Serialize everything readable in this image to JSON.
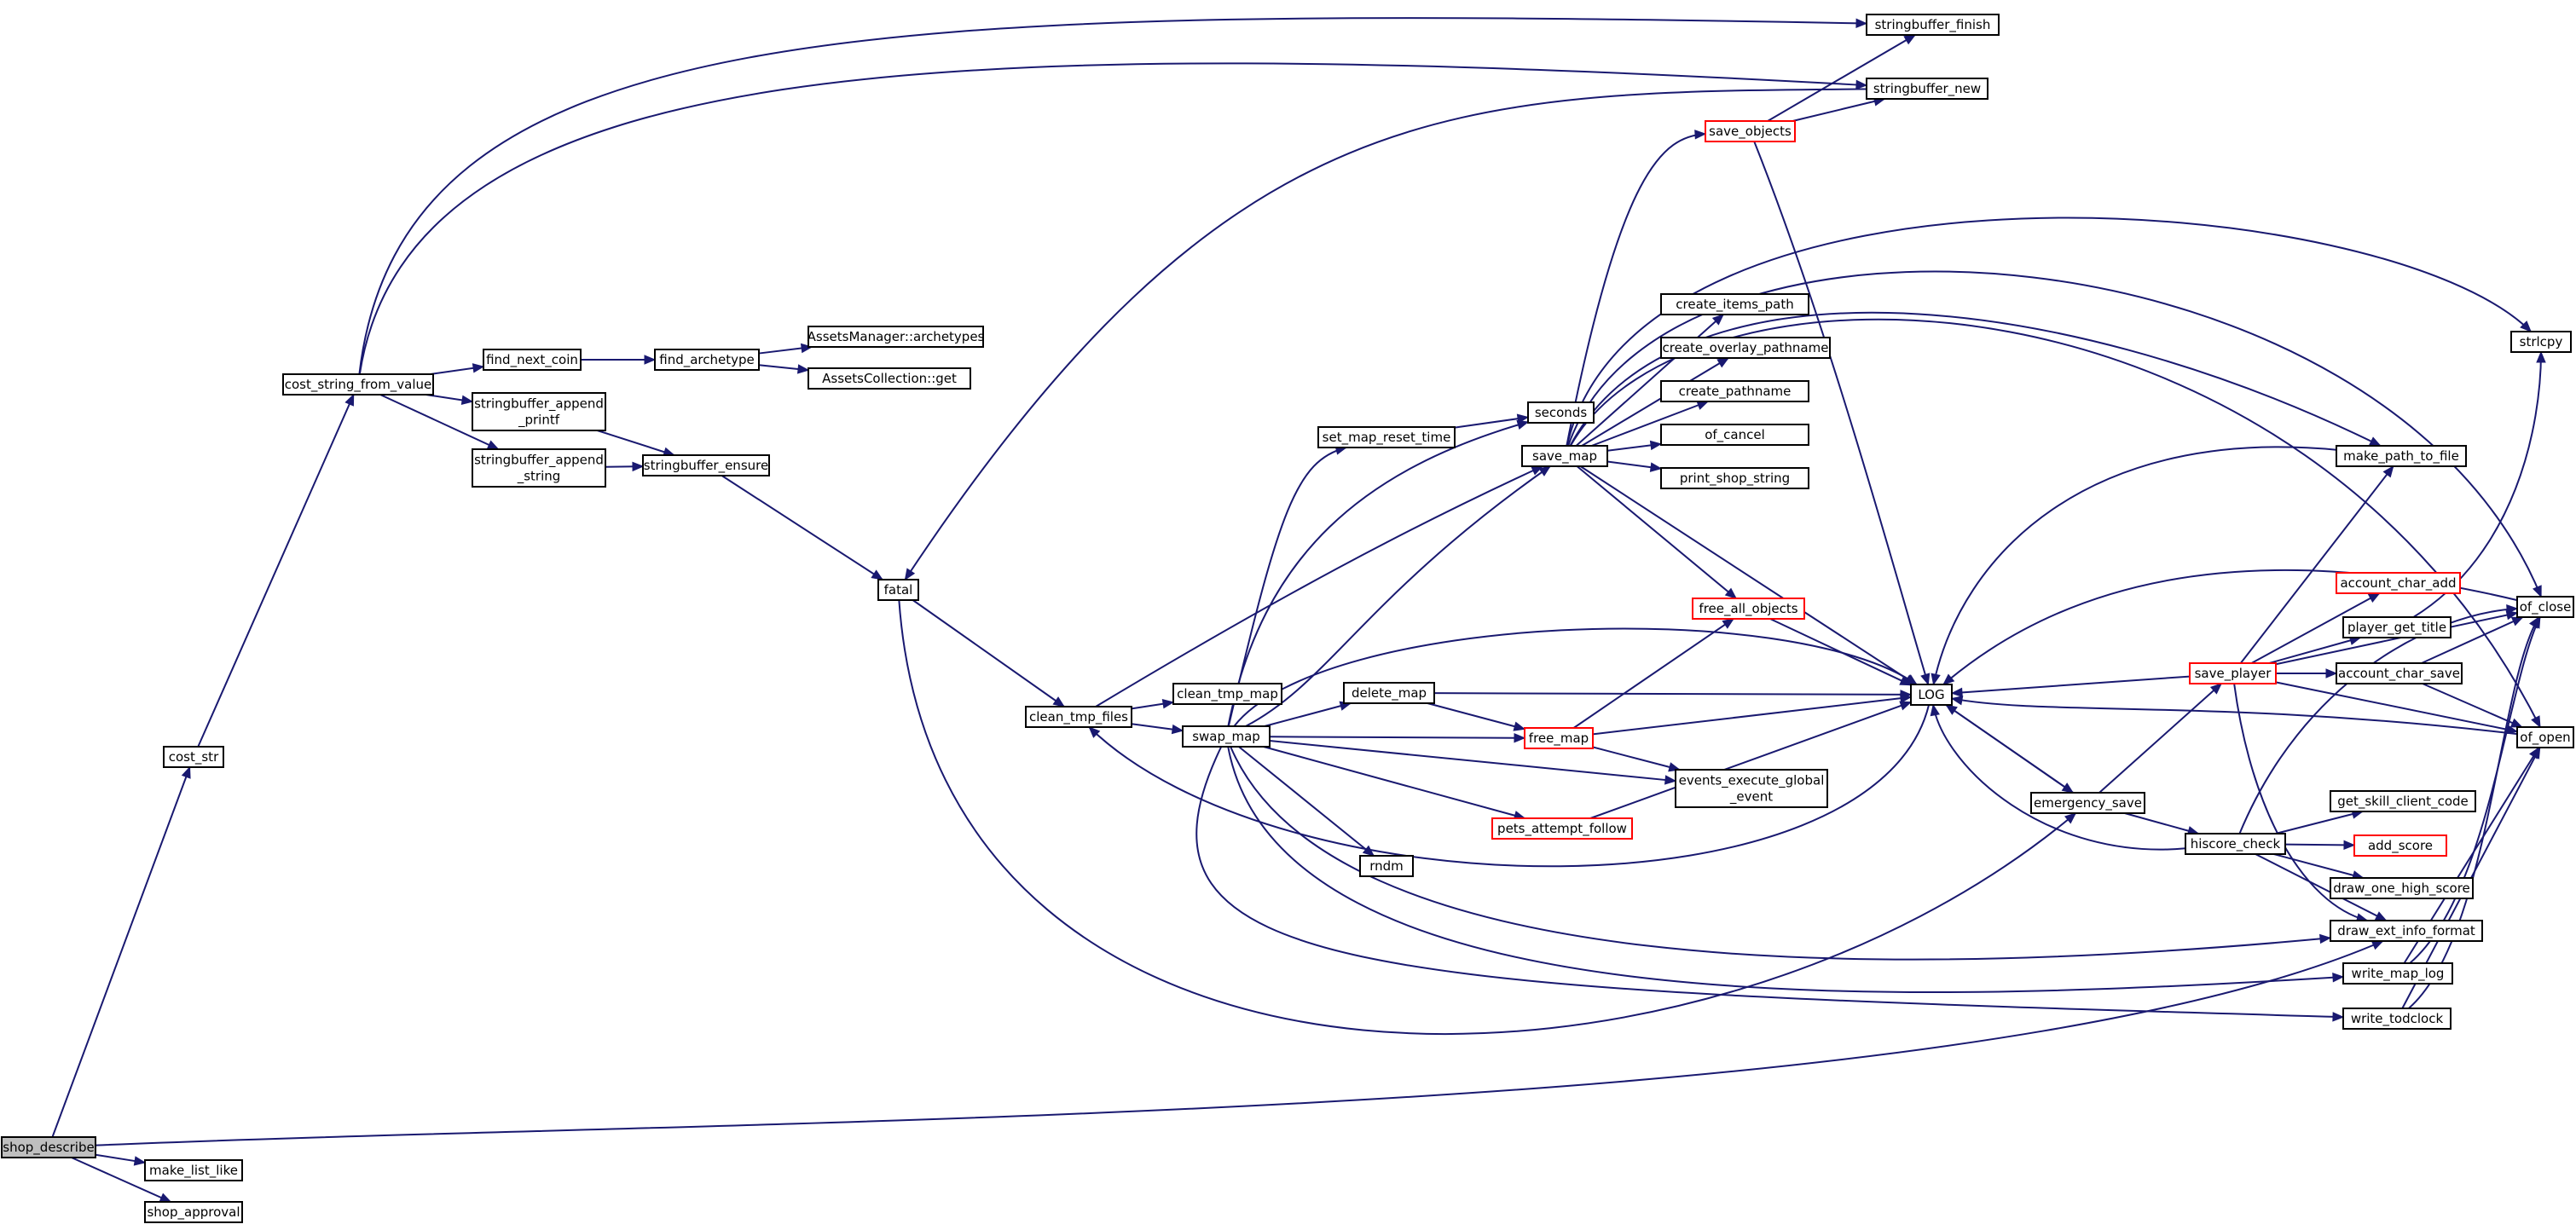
{
  "colors": {
    "edge": "#191970",
    "border": "#000000",
    "highlight_border": "#ff0000",
    "root_fill": "#bfbfbf",
    "background": "#ffffff"
  },
  "nodes": [
    {
      "id": "shop_describe",
      "label": "shop_describe",
      "style": "root"
    },
    {
      "id": "make_list_like",
      "label": "make_list_like",
      "style": "normal"
    },
    {
      "id": "shop_approval",
      "label": "shop_approval",
      "style": "normal"
    },
    {
      "id": "cost_str",
      "label": "cost_str",
      "style": "normal"
    },
    {
      "id": "cost_string_from_value",
      "label": "cost_string_from_value",
      "style": "normal"
    },
    {
      "id": "find_next_coin",
      "label": "find_next_coin",
      "style": "normal"
    },
    {
      "id": "find_archetype",
      "label": "find_archetype",
      "style": "normal"
    },
    {
      "id": "am_archetypes",
      "label": "AssetsManager::archetypes",
      "style": "normal"
    },
    {
      "id": "ac_get",
      "label": "AssetsCollection::get",
      "style": "normal"
    },
    {
      "id": "sb_append_printf",
      "label": [
        "stringbuffer_append",
        "_printf"
      ],
      "style": "normal"
    },
    {
      "id": "sb_append_string",
      "label": [
        "stringbuffer_append",
        "_string"
      ],
      "style": "normal"
    },
    {
      "id": "sb_ensure",
      "label": "stringbuffer_ensure",
      "style": "normal"
    },
    {
      "id": "sb_finish",
      "label": "stringbuffer_finish",
      "style": "normal"
    },
    {
      "id": "sb_new",
      "label": "stringbuffer_new",
      "style": "normal"
    },
    {
      "id": "fatal",
      "label": "fatal",
      "style": "normal"
    },
    {
      "id": "clean_tmp_files",
      "label": "clean_tmp_files",
      "style": "normal"
    },
    {
      "id": "clean_tmp_map",
      "label": "clean_tmp_map",
      "style": "normal"
    },
    {
      "id": "swap_map",
      "label": "swap_map",
      "style": "normal"
    },
    {
      "id": "set_map_reset_time",
      "label": "set_map_reset_time",
      "style": "normal"
    },
    {
      "id": "seconds",
      "label": "seconds",
      "style": "normal"
    },
    {
      "id": "delete_map",
      "label": "delete_map",
      "style": "normal"
    },
    {
      "id": "rndm",
      "label": "rndm",
      "style": "normal"
    },
    {
      "id": "pets_attempt_follow",
      "label": "pets_attempt_follow",
      "style": "red"
    },
    {
      "id": "save_map",
      "label": "save_map",
      "style": "normal"
    },
    {
      "id": "save_objects",
      "label": "save_objects",
      "style": "red"
    },
    {
      "id": "create_items_path",
      "label": "create_items_path",
      "style": "normal"
    },
    {
      "id": "create_overlay_pathname",
      "label": "create_overlay_pathname",
      "style": "normal"
    },
    {
      "id": "create_pathname",
      "label": "create_pathname",
      "style": "normal"
    },
    {
      "id": "of_cancel",
      "label": "of_cancel",
      "style": "normal"
    },
    {
      "id": "print_shop_string",
      "label": "print_shop_string",
      "style": "normal"
    },
    {
      "id": "free_all_objects",
      "label": "free_all_objects",
      "style": "red"
    },
    {
      "id": "free_map",
      "label": "free_map",
      "style": "red"
    },
    {
      "id": "events_execute",
      "label": [
        "events_execute_global",
        "_event"
      ],
      "style": "normal"
    },
    {
      "id": "LOG",
      "label": "LOG",
      "style": "normal"
    },
    {
      "id": "emergency_save",
      "label": "emergency_save",
      "style": "normal"
    },
    {
      "id": "save_player",
      "label": "save_player",
      "style": "red"
    },
    {
      "id": "hiscore_check",
      "label": "hiscore_check",
      "style": "normal"
    },
    {
      "id": "account_char_add",
      "label": "account_char_add",
      "style": "red"
    },
    {
      "id": "player_get_title",
      "label": "player_get_title",
      "style": "normal"
    },
    {
      "id": "account_char_save",
      "label": "account_char_save",
      "style": "normal"
    },
    {
      "id": "get_skill_client_code",
      "label": "get_skill_client_code",
      "style": "normal"
    },
    {
      "id": "add_score",
      "label": "add_score",
      "style": "red"
    },
    {
      "id": "draw_one_high_score",
      "label": "draw_one_high_score",
      "style": "normal"
    },
    {
      "id": "draw_ext_info_format",
      "label": "draw_ext_info_format",
      "style": "normal"
    },
    {
      "id": "write_map_log",
      "label": "write_map_log",
      "style": "normal"
    },
    {
      "id": "write_todclock",
      "label": "write_todclock",
      "style": "normal"
    },
    {
      "id": "make_path_to_file",
      "label": "make_path_to_file",
      "style": "normal"
    },
    {
      "id": "strlcpy",
      "label": "strlcpy",
      "style": "normal"
    },
    {
      "id": "of_close",
      "label": "of_close",
      "style": "normal"
    },
    {
      "id": "of_open",
      "label": "of_open",
      "style": "normal"
    }
  ],
  "edges": [
    [
      "shop_describe",
      "cost_str"
    ],
    [
      "shop_describe",
      "make_list_like"
    ],
    [
      "shop_describe",
      "shop_approval"
    ],
    [
      "shop_describe",
      "draw_ext_info_format"
    ],
    [
      "cost_str",
      "cost_string_from_value"
    ],
    [
      "cost_string_from_value",
      "find_next_coin"
    ],
    [
      "cost_string_from_value",
      "sb_append_printf"
    ],
    [
      "cost_string_from_value",
      "sb_append_string"
    ],
    [
      "cost_string_from_value",
      "sb_finish"
    ],
    [
      "cost_string_from_value",
      "sb_new"
    ],
    [
      "find_next_coin",
      "find_archetype"
    ],
    [
      "find_archetype",
      "am_archetypes"
    ],
    [
      "find_archetype",
      "ac_get"
    ],
    [
      "sb_append_printf",
      "sb_ensure"
    ],
    [
      "sb_append_string",
      "sb_ensure"
    ],
    [
      "sb_ensure",
      "fatal"
    ],
    [
      "sb_new",
      "fatal"
    ],
    [
      "fatal",
      "clean_tmp_files"
    ],
    [
      "fatal",
      "emergency_save"
    ],
    [
      "clean_tmp_files",
      "clean_tmp_map"
    ],
    [
      "clean_tmp_files",
      "swap_map"
    ],
    [
      "clean_tmp_files",
      "save_map"
    ],
    [
      "swap_map",
      "set_map_reset_time"
    ],
    [
      "swap_map",
      "seconds"
    ],
    [
      "swap_map",
      "save_map"
    ],
    [
      "swap_map",
      "delete_map"
    ],
    [
      "swap_map",
      "free_map"
    ],
    [
      "swap_map",
      "events_execute"
    ],
    [
      "swap_map",
      "pets_attempt_follow"
    ],
    [
      "swap_map",
      "rndm"
    ],
    [
      "swap_map",
      "LOG"
    ],
    [
      "swap_map",
      "draw_ext_info_format"
    ],
    [
      "swap_map",
      "write_map_log"
    ],
    [
      "swap_map",
      "write_todclock"
    ],
    [
      "set_map_reset_time",
      "seconds"
    ],
    [
      "delete_map",
      "free_map"
    ],
    [
      "delete_map",
      "LOG"
    ],
    [
      "save_map",
      "save_objects"
    ],
    [
      "save_map",
      "create_items_path"
    ],
    [
      "save_map",
      "create_overlay_pathname"
    ],
    [
      "save_map",
      "create_pathname"
    ],
    [
      "save_map",
      "of_cancel"
    ],
    [
      "save_map",
      "print_shop_string"
    ],
    [
      "save_map",
      "free_all_objects"
    ],
    [
      "save_map",
      "LOG"
    ],
    [
      "save_map",
      "make_path_to_file"
    ],
    [
      "save_map",
      "strlcpy"
    ],
    [
      "save_map",
      "of_close"
    ],
    [
      "save_map",
      "of_open"
    ],
    [
      "save_objects",
      "sb_finish"
    ],
    [
      "save_objects",
      "sb_new"
    ],
    [
      "save_objects",
      "LOG"
    ],
    [
      "free_map",
      "free_all_objects"
    ],
    [
      "free_map",
      "LOG"
    ],
    [
      "free_map",
      "events_execute"
    ],
    [
      "free_all_objects",
      "LOG"
    ],
    [
      "pets_attempt_follow",
      "LOG"
    ],
    [
      "LOG",
      "clean_tmp_files"
    ],
    [
      "LOG",
      "emergency_save"
    ],
    [
      "emergency_save",
      "LOG"
    ],
    [
      "emergency_save",
      "save_player"
    ],
    [
      "emergency_save",
      "hiscore_check"
    ],
    [
      "save_player",
      "LOG"
    ],
    [
      "save_player",
      "account_char_add"
    ],
    [
      "save_player",
      "player_get_title"
    ],
    [
      "save_player",
      "account_char_save"
    ],
    [
      "save_player",
      "make_path_to_file"
    ],
    [
      "save_player",
      "draw_ext_info_format"
    ],
    [
      "save_player",
      "of_close"
    ],
    [
      "save_player",
      "of_open"
    ],
    [
      "hiscore_check",
      "LOG"
    ],
    [
      "hiscore_check",
      "get_skill_client_code"
    ],
    [
      "hiscore_check",
      "add_score"
    ],
    [
      "hiscore_check",
      "draw_one_high_score"
    ],
    [
      "hiscore_check",
      "draw_ext_info_format"
    ],
    [
      "hiscore_check",
      "of_close"
    ],
    [
      "player_get_title",
      "strlcpy"
    ],
    [
      "account_char_save",
      "of_close"
    ],
    [
      "account_char_save",
      "of_open"
    ],
    [
      "make_path_to_file",
      "LOG"
    ],
    [
      "write_map_log",
      "of_close"
    ],
    [
      "write_map_log",
      "of_open"
    ],
    [
      "write_todclock",
      "of_close"
    ],
    [
      "write_todclock",
      "of_open"
    ],
    [
      "of_close",
      "LOG"
    ],
    [
      "of_open",
      "LOG"
    ]
  ]
}
